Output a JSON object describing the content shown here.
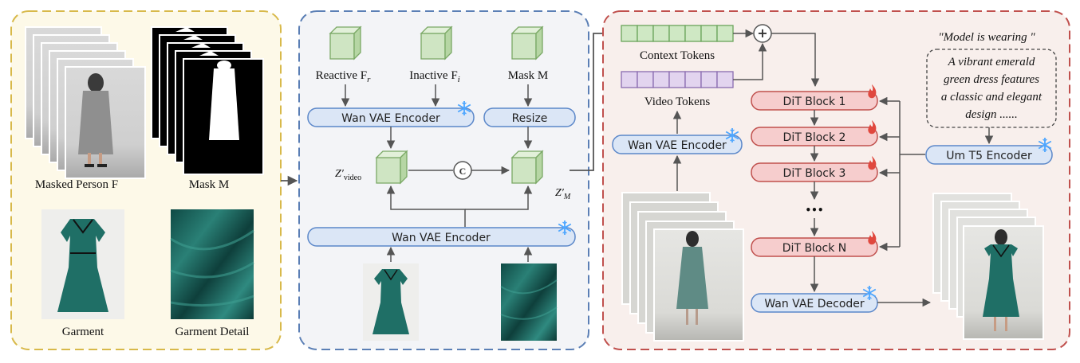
{
  "colors": {
    "panel1_bg": "#fdf9e8",
    "panel1_border": "#d8b94a",
    "panel2_bg": "#f3f4f7",
    "panel2_border": "#5b7fb5",
    "panel3_bg": "#f8efec",
    "panel3_border": "#c0504d",
    "encoder_fill": "#dbe6f6",
    "encoder_stroke": "#5b87c9",
    "dit_fill": "#f6cdcd",
    "dit_stroke": "#c0504d",
    "cube_fill": "#cfe5c3",
    "cube_stroke": "#7aa865",
    "context_token_fill": "#cfe8c4",
    "video_token_fill": "#e2d4ef",
    "garment": "#1f6f66",
    "snowflake": "#4da6ff",
    "fire": "#e0483e"
  },
  "panel1": {
    "masked_person_label": "Masked Person F",
    "mask_label": "Mask M",
    "garment_label": "Garment",
    "garment_detail_label": "Garment Detail"
  },
  "panel2": {
    "reactive_label": "Reactive F",
    "reactive_sub": "r",
    "inactive_label": "Inactive F",
    "inactive_sub": "i",
    "mask_label": "Mask M",
    "encoder_top": "Wan VAE Encoder",
    "resize": "Resize",
    "encoder_bottom": "Wan VAE Encoder",
    "z_video": "Z′",
    "z_video_sub": "video",
    "z_m": "Z′",
    "z_m_sub": "M",
    "concat": "C"
  },
  "panel3": {
    "context_tokens": "Context Tokens",
    "video_tokens": "Video Tokens",
    "plus": "+",
    "video_encoder": "Wan VAE Encoder",
    "dit_blocks": [
      "DiT Block 1",
      "DiT Block 2",
      "DiT Block 3",
      "DiT Block N"
    ],
    "ellipsis": "•••",
    "decoder": "Wan VAE Decoder",
    "t5_encoder": "Um T5 Encoder",
    "prompt_prefix": "\"Model is wearing \"",
    "prompt_lines": [
      "A vibrant emerald",
      "green dress features",
      "a classic and elegant",
      "design ......"
    ]
  }
}
